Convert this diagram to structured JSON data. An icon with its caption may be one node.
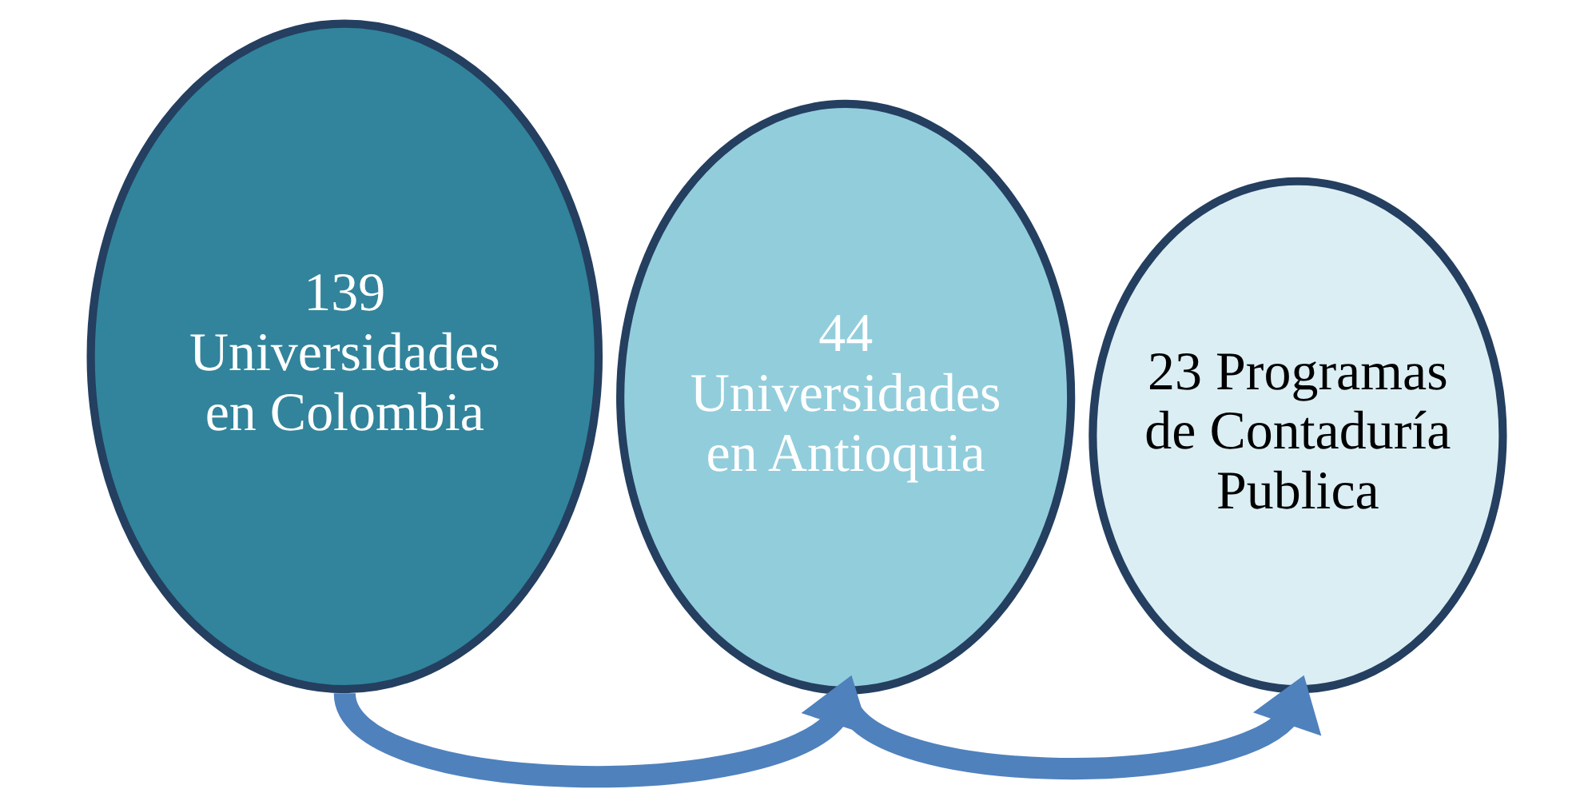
{
  "diagram": {
    "nodes": [
      {
        "text": [
          "139 Universidades en Colombia"
        ]
      },
      {
        "text": [
          "44 Universidades en Antioquia"
        ]
      },
      {
        "text": [
          "23 Programas de Contaduría Publica"
        ]
      }
    ],
    "edges": [
      {
        "from": 0,
        "to": 1,
        "arrow": "to"
      },
      {
        "from": 1,
        "to": 2,
        "arrow": "to"
      }
    ]
  }
}
